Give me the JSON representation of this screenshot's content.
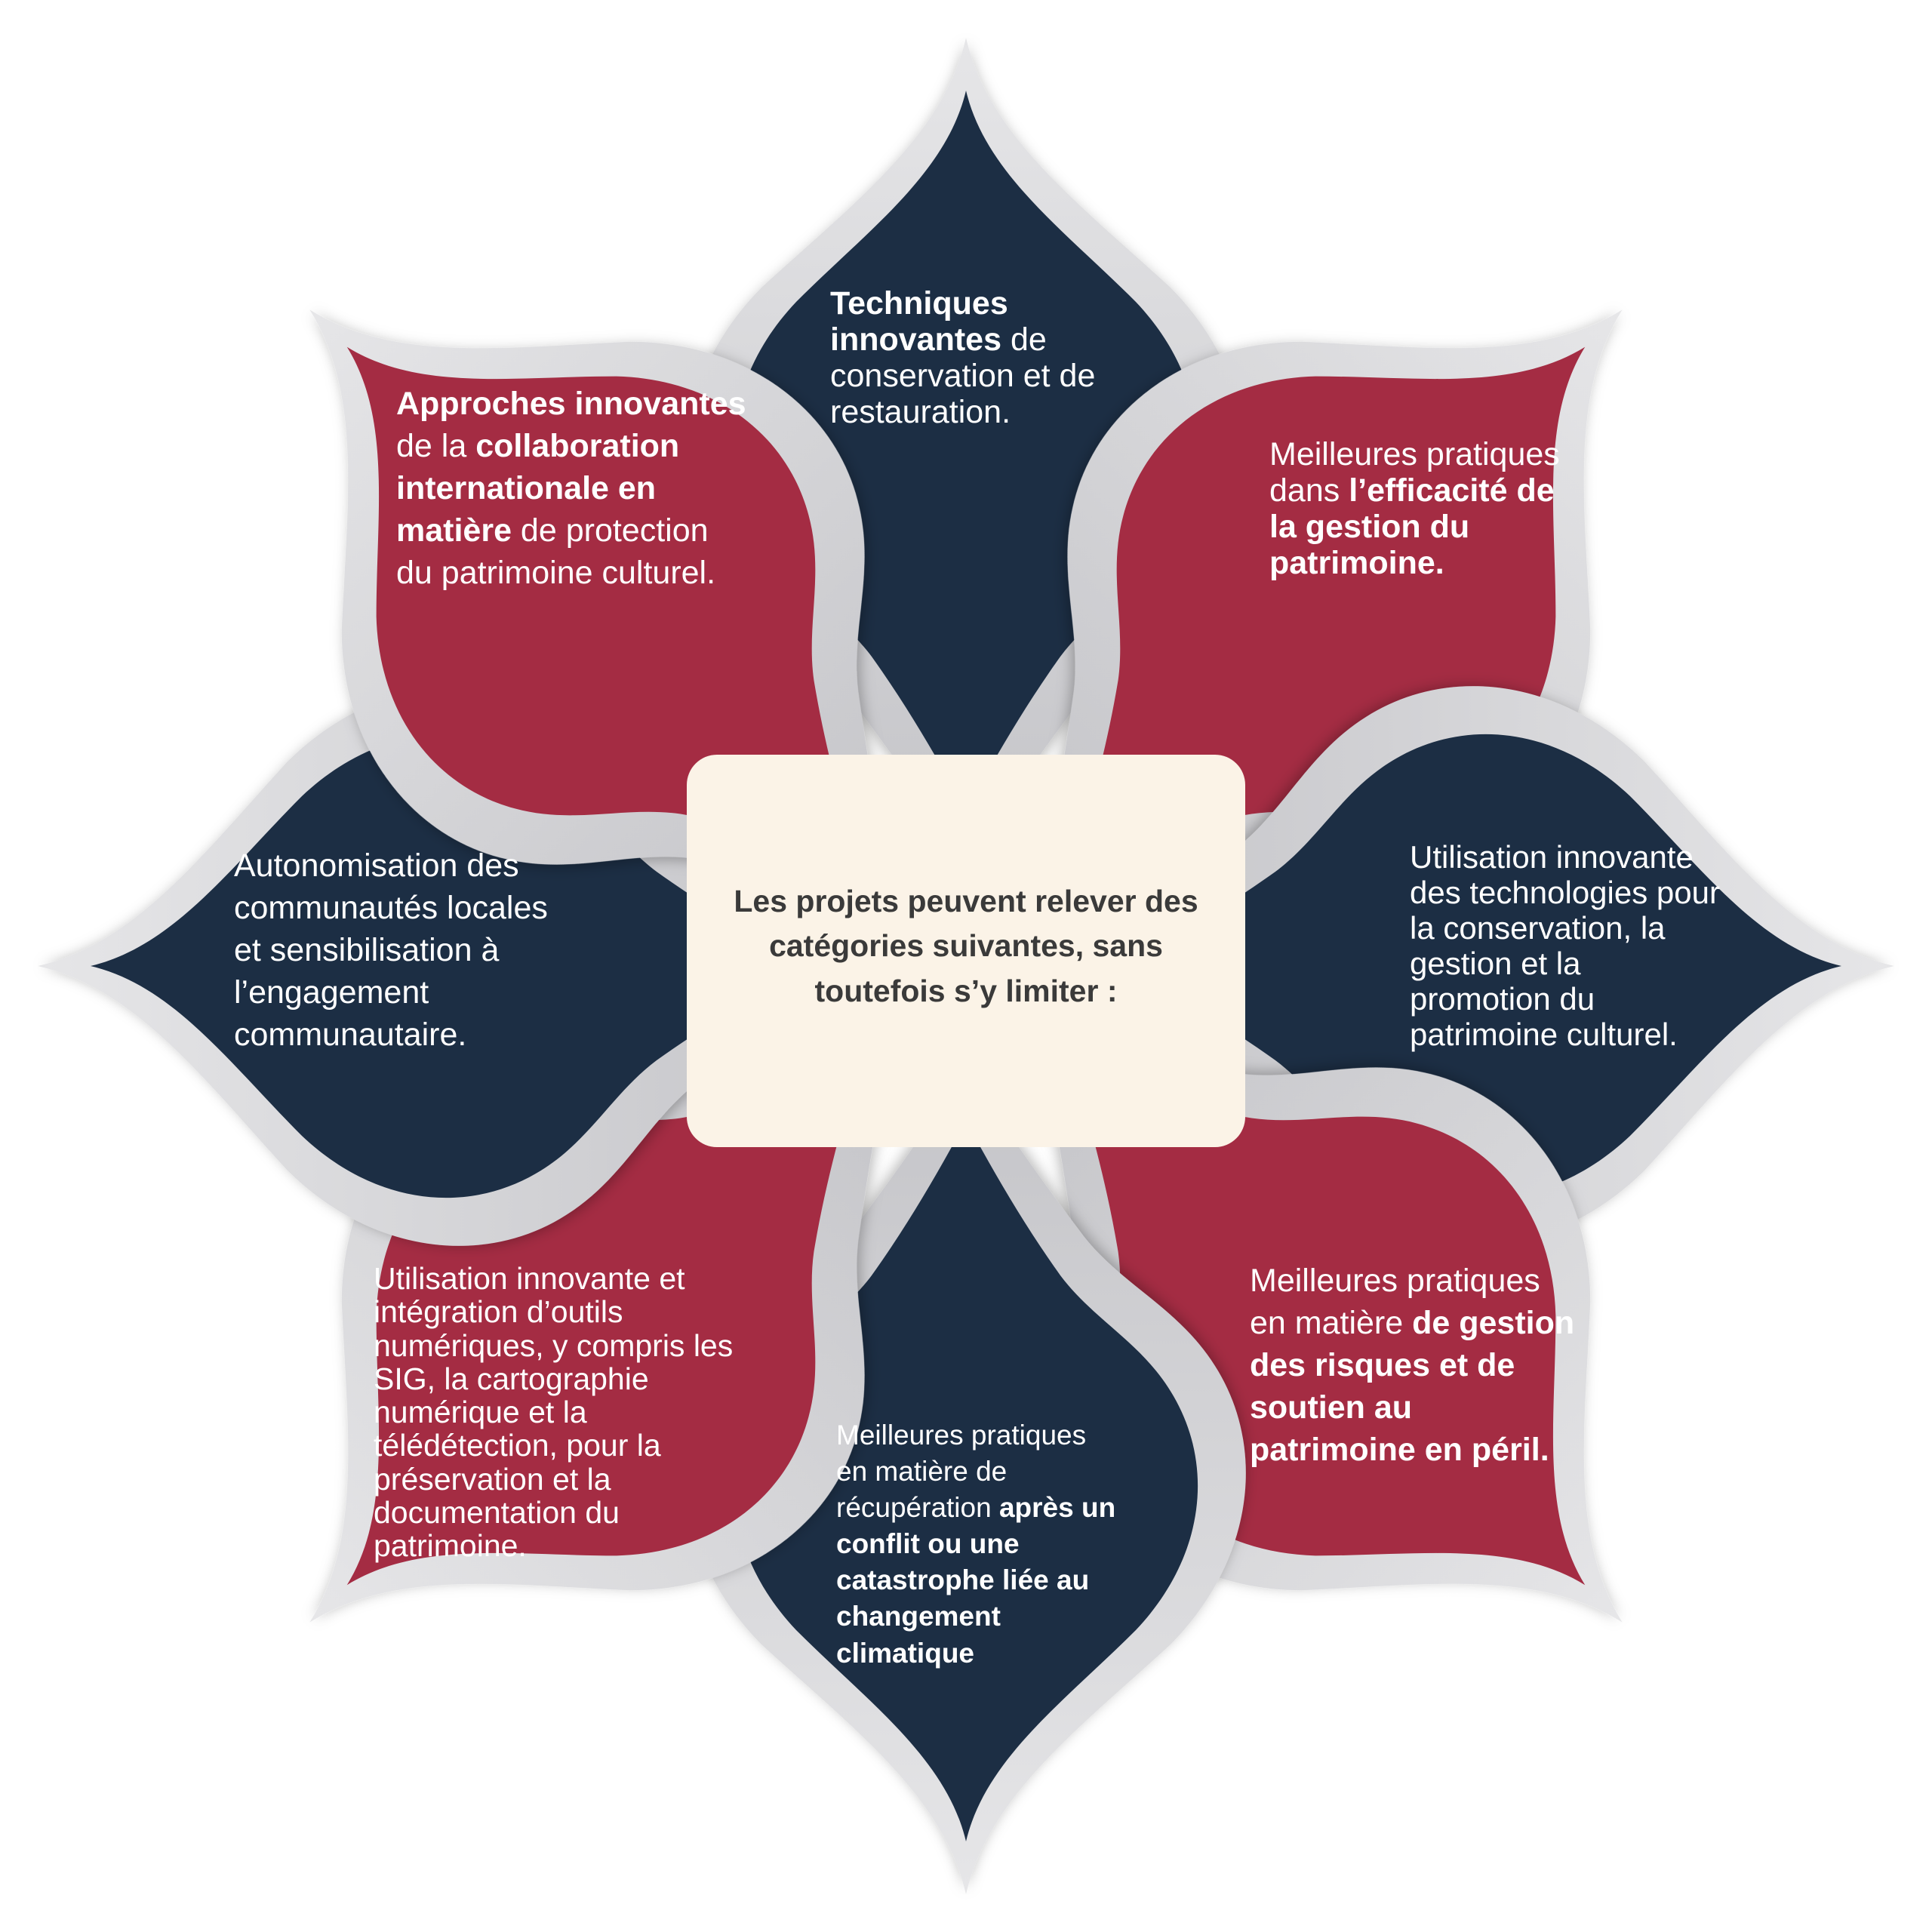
{
  "colors": {
    "navy": "#1c2e44",
    "crimson": "#a42c43",
    "frame": "#d3d3d6",
    "center": "#fbf3e7",
    "center_text": "#3a3a3a"
  },
  "center_text": "Les projets peuvent relever des catégories suivantes, sans toutefois s’y limiter :",
  "petals": [
    {
      "id": "top",
      "color": "navy",
      "segments": [
        {
          "text": "Techniques innovantes",
          "bold": true
        },
        {
          "text": " de conservation et de restauration.",
          "bold": false
        }
      ]
    },
    {
      "id": "top-right",
      "color": "crimson",
      "segments": [
        {
          "text": "Meilleures pratiques dans ",
          "bold": false
        },
        {
          "text": "l’efficacité de la gestion du patrimoine.",
          "bold": true
        }
      ]
    },
    {
      "id": "right",
      "color": "navy",
      "segments": [
        {
          "text": "Utilisation innovante des technologies pour la conservation, la gestion et la promotion du patrimoine culturel.",
          "bold": false
        }
      ]
    },
    {
      "id": "bottom-right",
      "color": "crimson",
      "segments": [
        {
          "text": "Meilleures pratiques en matière ",
          "bold": false
        },
        {
          "text": "de gestion des risques et de soutien au patrimoine en péril.",
          "bold": true
        }
      ]
    },
    {
      "id": "bottom",
      "color": "navy",
      "segments": [
        {
          "text": "Meilleures pratiques en matière de récupération ",
          "bold": false
        },
        {
          "text": "après un conflit ou une catastrophe liée au changement climatique",
          "bold": true
        }
      ]
    },
    {
      "id": "bottom-left",
      "color": "crimson",
      "segments": [
        {
          "text": "Utilisation innovante et intégration d’outils numériques, y compris les SIG, la cartographie numérique et la télédétection, pour la préservation et la documentation du patrimoine.",
          "bold": false
        }
      ]
    },
    {
      "id": "left",
      "color": "navy",
      "segments": [
        {
          "text": "Autonomisation des communautés locales et sensibilisation à l’engagement communautaire.",
          "bold": false
        }
      ]
    },
    {
      "id": "top-left",
      "color": "crimson",
      "segments": [
        {
          "text": "Approches innovantes",
          "bold": true
        },
        {
          "text": " de la ",
          "bold": false
        },
        {
          "text": "collaboration internationale en matière",
          "bold": true
        },
        {
          "text": " de protection du patrimoine culturel.",
          "bold": false
        }
      ]
    }
  ]
}
